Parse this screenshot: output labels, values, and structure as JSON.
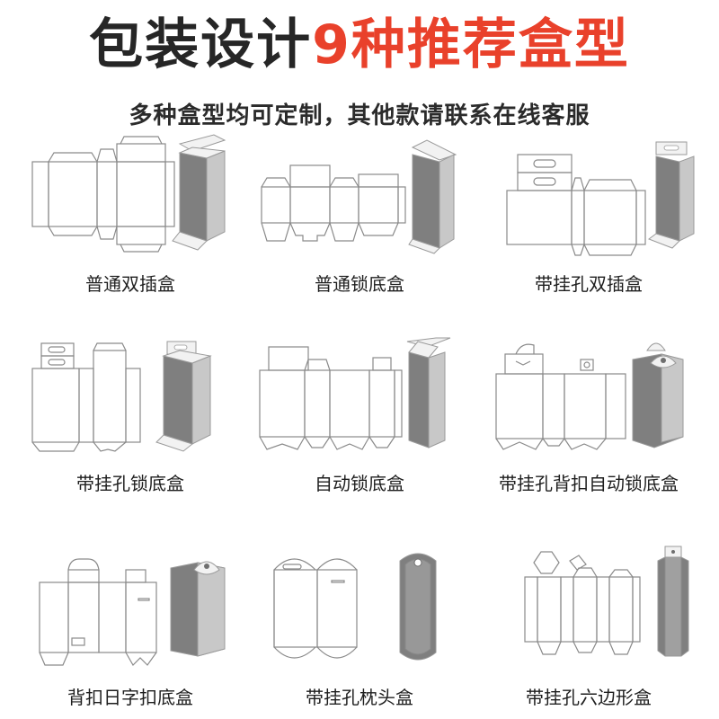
{
  "header": {
    "title_dark": "包装设计",
    "title_red": "9种推荐盒型",
    "subtitle": "多种盒型均可定制，其他款请联系在线客服"
  },
  "colors": {
    "accent": "#e9412b",
    "title": "#262626",
    "box_fill": "#7f7f7f"
  },
  "boxes": [
    {
      "label": "普通双插盒"
    },
    {
      "label": "普通锁底盒"
    },
    {
      "label": "带挂孔双插盒"
    },
    {
      "label": "带挂孔锁底盒"
    },
    {
      "label": "自动锁底盒"
    },
    {
      "label": "带挂孔背扣自动锁底盒"
    },
    {
      "label": "背扣日字扣底盒"
    },
    {
      "label": "带挂孔枕头盒"
    },
    {
      "label": "带挂孔六边形盒"
    }
  ]
}
